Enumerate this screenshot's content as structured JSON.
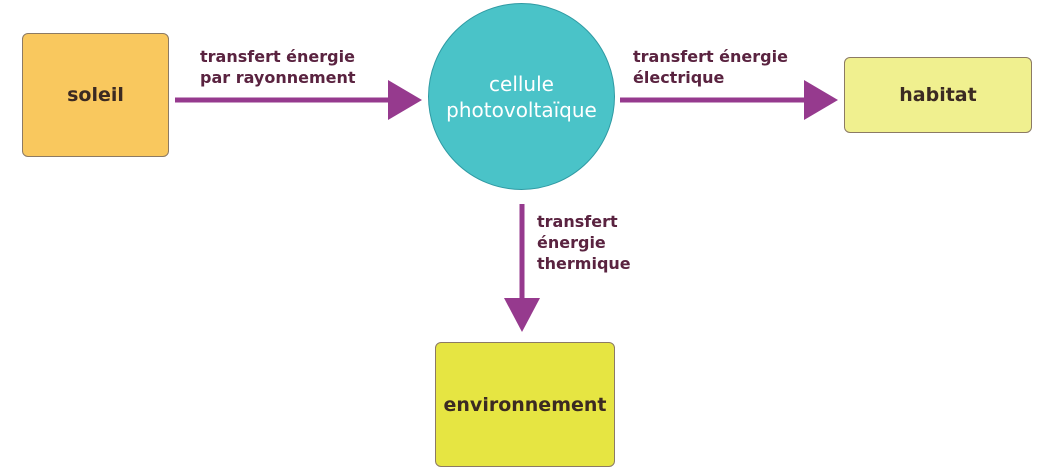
{
  "colors": {
    "soleil": "#f9c85e",
    "cellule": "#4ac3c8",
    "habitat": "#f0f08f",
    "environnement": "#e6e542",
    "arrow": "#963a8e"
  },
  "nodes": {
    "soleil": "soleil",
    "cellule": "cellule\nphotovoltaïque",
    "habitat": "habitat",
    "environnement": "environnement"
  },
  "edges": {
    "rayonnement": "transfert énergie\npar rayonnement",
    "electrique": "transfert énergie\nélectrique",
    "thermique": "transfert\nénergie\nthermique"
  }
}
